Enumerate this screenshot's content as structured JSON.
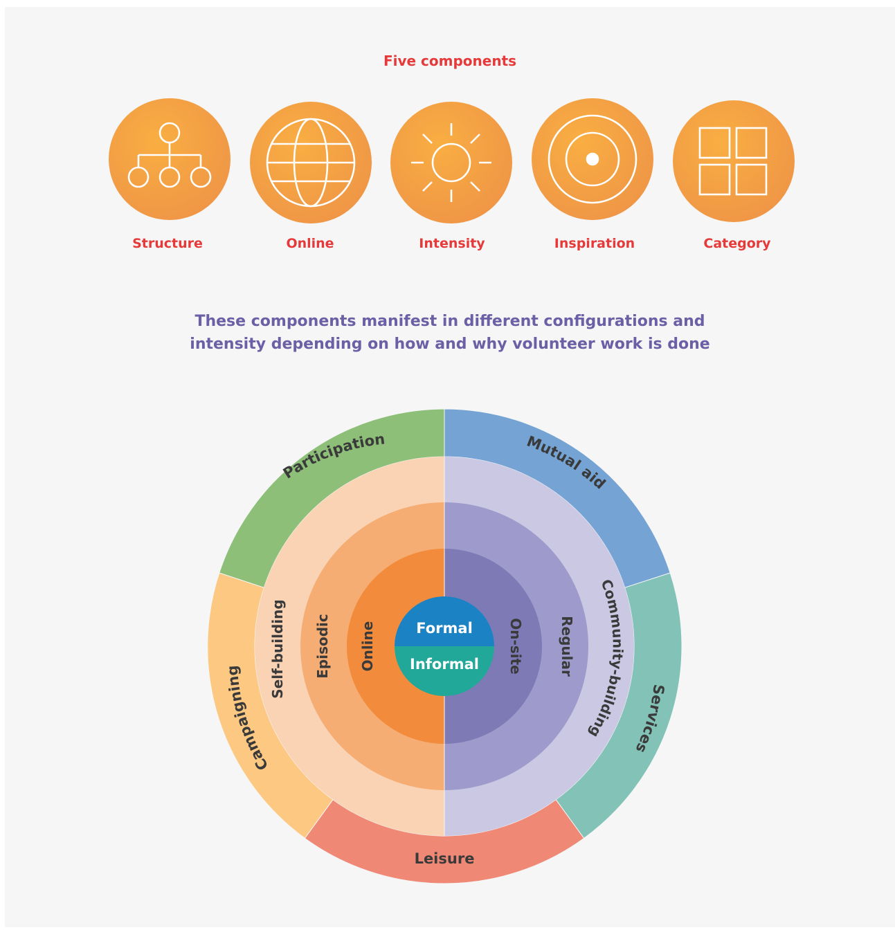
{
  "heading": "Five components",
  "components": [
    {
      "label": "Structure",
      "icon": "hierarchy-icon"
    },
    {
      "label": "Online",
      "icon": "globe-icon"
    },
    {
      "label": "Intensity",
      "icon": "sun-icon"
    },
    {
      "label": "Inspiration",
      "icon": "target-icon"
    },
    {
      "label": "Category",
      "icon": "grid-icon"
    }
  ],
  "subtitle": {
    "line1": "These components manifest in different configurations and",
    "line2": "intensity depending on how and why volunteer work is done"
  },
  "wheel": {
    "center_top": "Formal",
    "center_bottom": "Informal",
    "ring3_left": "Online",
    "ring3_right": "On-site",
    "ring2_left": "Episodic",
    "ring2_right": "Regular",
    "ring1_left": "Self-building",
    "ring1_right": "Community-building",
    "outer": [
      "Participation",
      "Mutual aid",
      "Services",
      "Leisure",
      "Campaigning"
    ]
  },
  "colors": {
    "heading": "#e63a3a",
    "subtitle": "#6b5fa5",
    "icon_fill": "#f6a53f",
    "formal": "#1b82c4",
    "informal": "#22a898",
    "left_ring3": "#f28c3c",
    "left_ring2": "#f5ad74",
    "left_ring1": "#fad3b4",
    "right_ring3": "#7e7ab6",
    "right_ring2": "#9e9acb",
    "right_ring1": "#cac8e3",
    "participation": "#8dbf78",
    "mutual_aid": "#74a3d4",
    "services": "#82c2b7",
    "leisure": "#f08876",
    "campaigning": "#fdc882"
  }
}
